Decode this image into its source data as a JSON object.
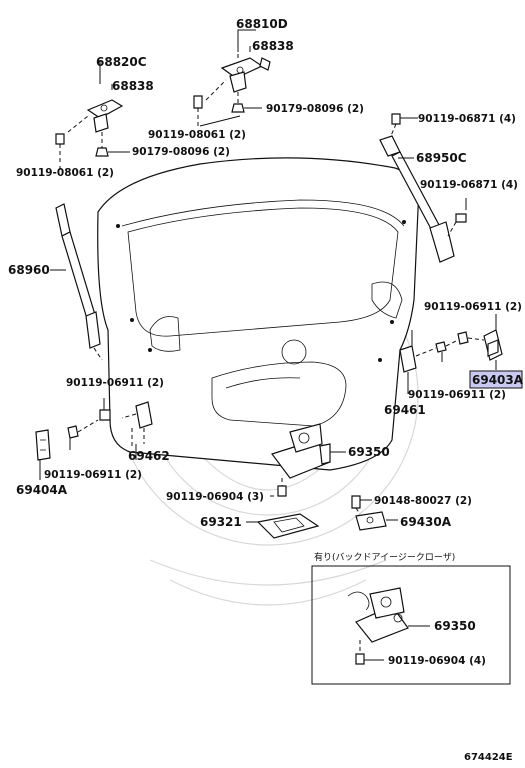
{
  "labels": {
    "p68810D": "68810D",
    "p68838_top": "68838",
    "p68820C": "68820C",
    "p68838_left": "68838",
    "b90179_top": "90179-08096 (2)",
    "b90179_left": "90179-08096 (2)",
    "b90119_08061_mid": "90119-08061 (2)",
    "b90119_08061_left": "90119-08061 (2)",
    "b90119_06871_a": "90119-06871 (4)",
    "p68950C": "68950C",
    "b90119_06871_b": "90119-06871 (4)",
    "p68960": "68960",
    "b90119_06911_r1": "90119-06911 (2)",
    "p69403A": "69403A",
    "b90119_06911_r2": "90119-06911 (2)",
    "p69461": "69461",
    "b90119_06911_l1": "90119-06911 (2)",
    "p69462": "69462",
    "b90119_06911_l2": "90119-06911 (2)",
    "p69404A": "69404A",
    "p69350": "69350",
    "b90119_06904": "90119-06904 (3)",
    "b90148": "90148-80027 (2)",
    "p69321": "69321",
    "p69430A": "69430A",
    "inset_title": "有り(バックドアイージークローザ)",
    "inset_p69350": "69350",
    "inset_bolt": "90119-06904 (4)",
    "fig_code": "674424E"
  },
  "colors": {
    "highlight": "#c9c9f2",
    "ink": "#111111",
    "watermark": "#d8d8d8"
  }
}
